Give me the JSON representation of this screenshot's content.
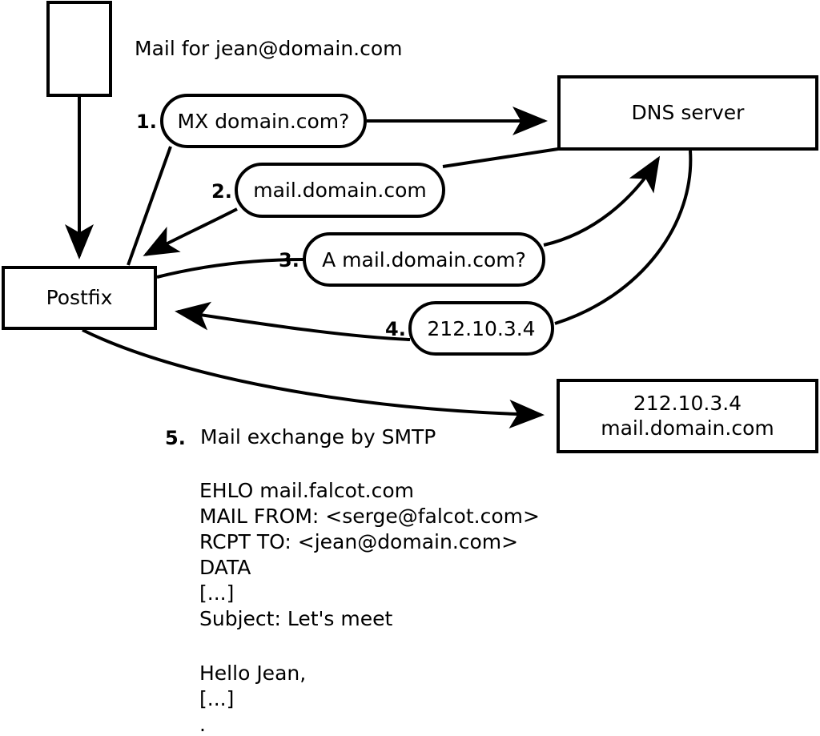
{
  "diagram": {
    "title_note": "Mail for jean@domain.com",
    "nodes": [
      {
        "id": "client",
        "label": ""
      },
      {
        "id": "postfix",
        "label": "Postfix"
      },
      {
        "id": "dns",
        "label": "DNS server"
      },
      {
        "id": "mailserver",
        "label_line1": "212.10.3.4",
        "label_line2": "mail.domain.com"
      }
    ],
    "steps": [
      {
        "num": "1.",
        "bubble": "MX domain.com?"
      },
      {
        "num": "2.",
        "bubble": "mail.domain.com"
      },
      {
        "num": "3.",
        "bubble": "A mail.domain.com?"
      },
      {
        "num": "4.",
        "bubble": "212.10.3.4"
      },
      {
        "num": "5.",
        "text": "Mail exchange by SMTP"
      }
    ],
    "transcript": {
      "block1": "EHLO mail.falcot.com\nMAIL FROM: <serge@falcot.com>\nRCPT TO: <jean@domain.com>\nDATA\n[...]\nSubject: Let's meet",
      "block2": "Hello Jean,\n[...]",
      "block3": "."
    },
    "colors": {
      "stroke": "#000000",
      "fill": "#ffffff",
      "text": "#000000"
    }
  }
}
